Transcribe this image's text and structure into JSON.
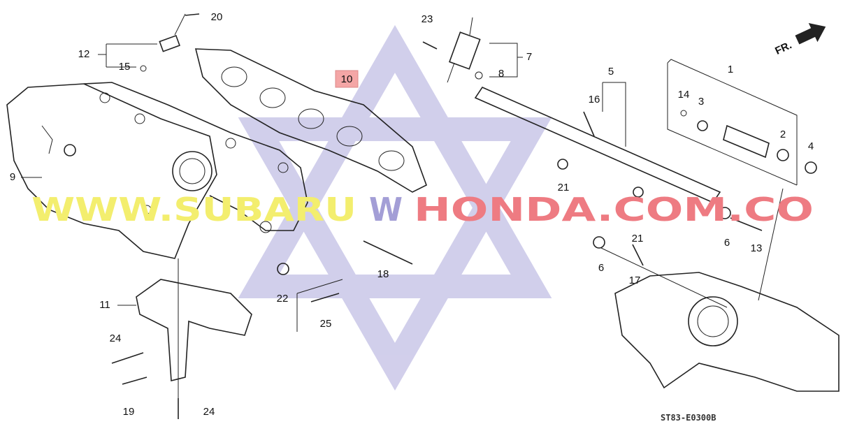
{
  "diagram": {
    "code": "ST83-E0300B",
    "direction_label": "FR.",
    "highlighted_part": "10",
    "colors": {
      "highlight": "#f4a6a6",
      "watermark_yellow": "#f3ee6e",
      "watermark_purple": "#a39ed6",
      "watermark_red": "#ee7b82",
      "star": "#cac7e8"
    },
    "watermark": {
      "part1": "WWW.SUBARU",
      "part2": "W",
      "part3": "HONDA.COM.CO"
    },
    "callouts": [
      {
        "n": "20"
      },
      {
        "n": "12"
      },
      {
        "n": "15"
      },
      {
        "n": "10"
      },
      {
        "n": "23"
      },
      {
        "n": "7"
      },
      {
        "n": "8"
      },
      {
        "n": "1"
      },
      {
        "n": "5"
      },
      {
        "n": "14"
      },
      {
        "n": "3"
      },
      {
        "n": "16"
      },
      {
        "n": "2"
      },
      {
        "n": "4"
      },
      {
        "n": "9"
      },
      {
        "n": "21"
      },
      {
        "n": "21"
      },
      {
        "n": "6"
      },
      {
        "n": "13"
      },
      {
        "n": "6"
      },
      {
        "n": "17"
      },
      {
        "n": "18"
      },
      {
        "n": "22"
      },
      {
        "n": "25"
      },
      {
        "n": "11"
      },
      {
        "n": "24"
      },
      {
        "n": "19"
      },
      {
        "n": "24"
      }
    ]
  }
}
